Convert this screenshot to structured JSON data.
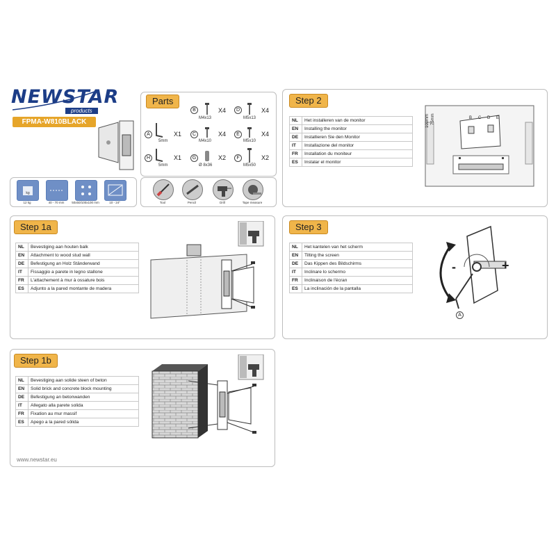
{
  "brand": {
    "logo_text": "NEWSTAR",
    "logo_sub": "products",
    "model": "FPMA-W810BLACK",
    "website": "www.newstar.eu"
  },
  "features": [
    {
      "icon": "weight-icon",
      "caption": "12 kg"
    },
    {
      "icon": "distance-icon",
      "caption": "40 - 70 mm"
    },
    {
      "icon": "vesa-icon",
      "caption": "50x50/100x100 mm"
    },
    {
      "icon": "screen-size-icon",
      "caption": "10 - 24\""
    }
  ],
  "parts": {
    "title": "Parts",
    "items": [
      {
        "letter": "A",
        "qty": "X1",
        "size": "5mm"
      },
      {
        "letter": "B",
        "qty": "X4",
        "size": "M4x13"
      },
      {
        "letter": "C",
        "qty": "X4",
        "size": "M4x10"
      },
      {
        "letter": "D",
        "qty": "X4",
        "size": "M5x13"
      },
      {
        "letter": "E",
        "qty": "X4",
        "size": "M5x10"
      },
      {
        "letter": "F",
        "qty": "X2",
        "size": "M5x50"
      },
      {
        "letter": "G",
        "qty": "X2",
        "size": "Ø 8x36"
      },
      {
        "letter": "H",
        "qty": "X1",
        "size": "5mm"
      }
    ]
  },
  "tools": [
    {
      "icon": "screwdriver-icon",
      "caption": "Tool"
    },
    {
      "icon": "pencil-icon",
      "caption": "Pencil"
    },
    {
      "icon": "drill-icon",
      "caption": "Drill"
    },
    {
      "icon": "tape-measure-icon",
      "caption": "Tape measure"
    }
  ],
  "step1a": {
    "title": "Step 1a",
    "rows": [
      {
        "code": "NL",
        "text": "Bevestiging aan houten balk"
      },
      {
        "code": "EN",
        "text": "Attachment to wood stud wall"
      },
      {
        "code": "DE",
        "text": "Befestigung an Holz Ständerwand"
      },
      {
        "code": "IT",
        "text": "Fissaggio a parete in legno stallone"
      },
      {
        "code": "FR",
        "text": "L'attachement à mur à ossature bois"
      },
      {
        "code": "ES",
        "text": "Adjunto a la pared montante de madera"
      }
    ]
  },
  "step1b": {
    "title": "Step 1b",
    "rows": [
      {
        "code": "NL",
        "text": "Bevestiging aan solide steen of beton"
      },
      {
        "code": "EN",
        "text": "Solid brick and concrete block mounting"
      },
      {
        "code": "DE",
        "text": "Befestigung an betonwanden"
      },
      {
        "code": "IT",
        "text": "Allegato alla parete solida"
      },
      {
        "code": "FR",
        "text": "Fixation au mur massif"
      },
      {
        "code": "ES",
        "text": "Apego a la pared sólida"
      }
    ]
  },
  "step2": {
    "title": "Step 2",
    "rows": [
      {
        "code": "NL",
        "text": "Het installeren van de monitor"
      },
      {
        "code": "EN",
        "text": "Installing the monitor"
      },
      {
        "code": "DE",
        "text": "Installieren Sie den Monitor"
      },
      {
        "code": "IT",
        "text": "Installazione del monitor"
      },
      {
        "code": "FR",
        "text": "Installation du moniteur"
      },
      {
        "code": "ES",
        "text": "Instalar el monitor"
      }
    ],
    "dim_labels": [
      "100mm",
      "75mm"
    ],
    "screw_labels": [
      "B",
      "C",
      "D",
      "E"
    ]
  },
  "step3": {
    "title": "Step 3",
    "rows": [
      {
        "code": "NL",
        "text": "Het kantelen van het scherm"
      },
      {
        "code": "EN",
        "text": "Tilting the screen"
      },
      {
        "code": "DE",
        "text": "Das Kippen des Bildschirms"
      },
      {
        "code": "IT",
        "text": "Inclinare lo schermo"
      },
      {
        "code": "FR",
        "text": "Inclinaison de l'écran"
      },
      {
        "code": "ES",
        "text": "La inclinación de la pantalla"
      }
    ],
    "minus": "-",
    "plus": "+",
    "tool_letter": "A"
  }
}
